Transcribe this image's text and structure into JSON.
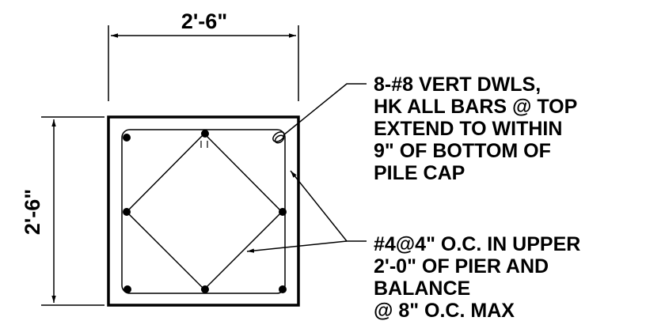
{
  "dimensions": {
    "top_width": "2'-6\"",
    "left_height": "2'-6\""
  },
  "notes": {
    "dowels": [
      "8-#8 VERT DWLS,",
      "HK ALL BARS @ TOP",
      "EXTEND TO WITHIN",
      "9\" OF BOTTOM  OF",
      "PILE CAP"
    ],
    "ties": [
      "#4@4\" O.C. IN UPPER",
      "2'-0\" OF PIER AND",
      "BALANCE",
      "@ 8\" O.C. MAX"
    ]
  }
}
